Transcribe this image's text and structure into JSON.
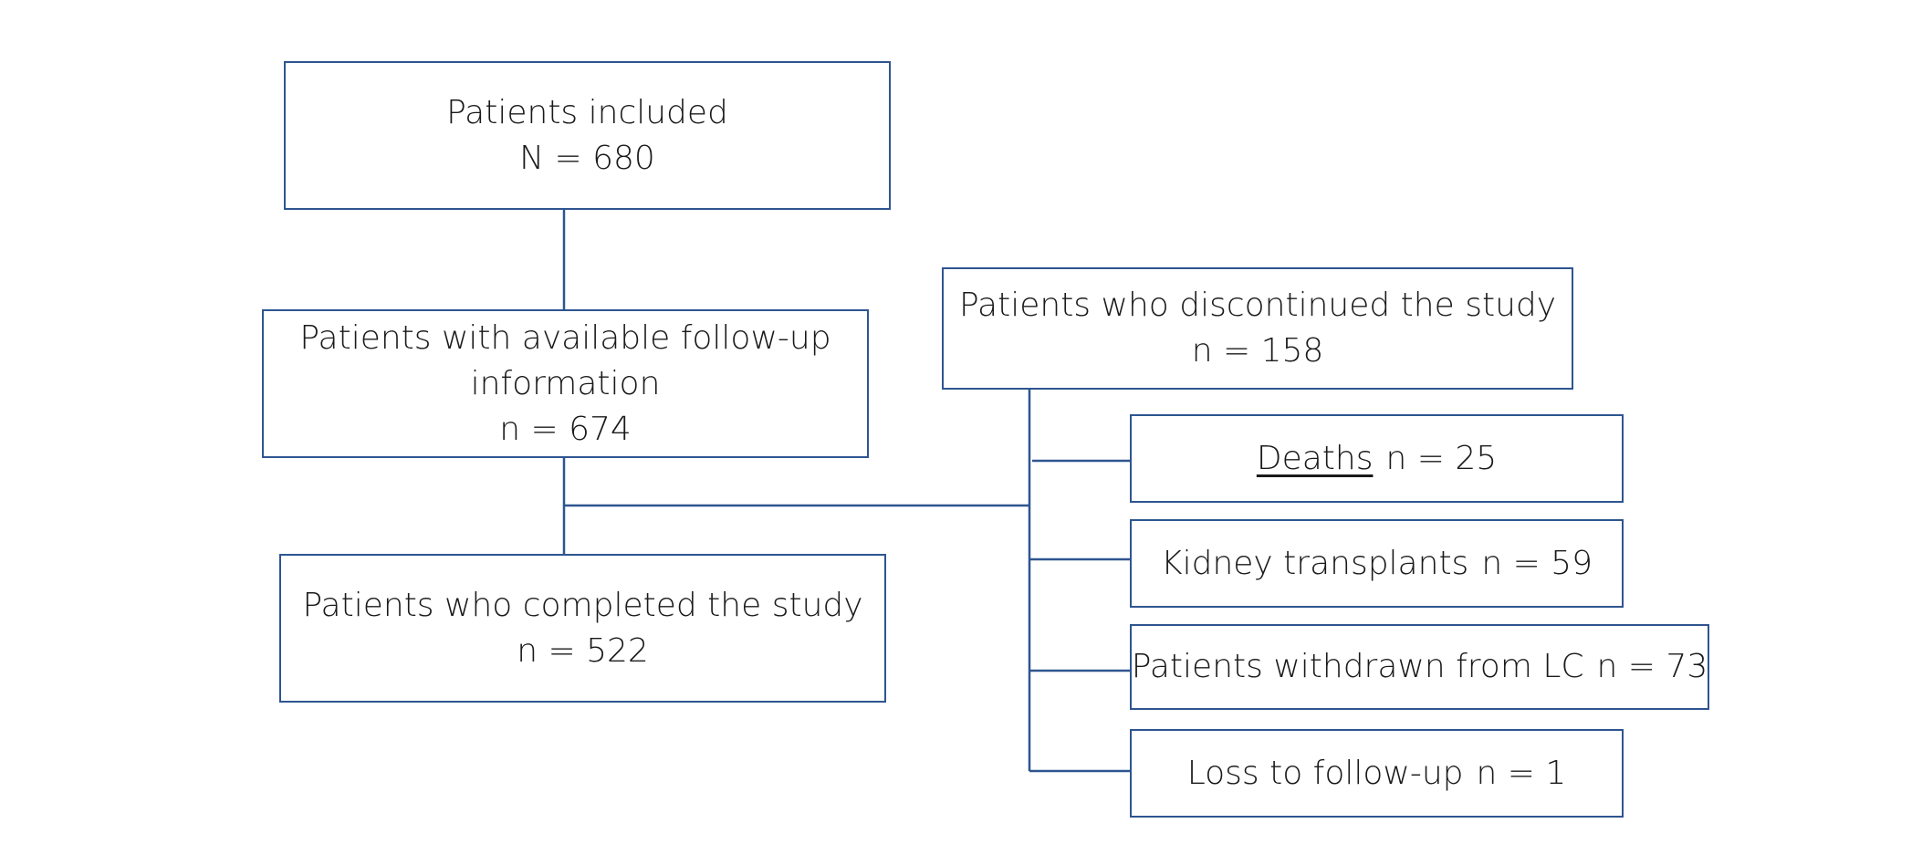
{
  "colors": {
    "box_border": "#2e5590",
    "connector": "#2e5590",
    "text": "#1a1a1a",
    "background": "#ffffff"
  },
  "included": {
    "label": "Patients included",
    "count": "N = 680"
  },
  "followup": {
    "label_line1": "Patients with available follow-up",
    "label_line2": "information",
    "count": "n = 674"
  },
  "completed": {
    "label": "Patients who completed the study",
    "count": "n = 522"
  },
  "discontinued": {
    "label": "Patients who discontinued the study",
    "count": "n = 158"
  },
  "reasons": {
    "deaths": {
      "label": "Deaths",
      "count": "n = 25"
    },
    "transplants": {
      "label": "Kidney transplants",
      "count": "n = 59"
    },
    "withdrawn": {
      "label": "Patients withdrawn from LC",
      "count": "n = 73"
    },
    "lost": {
      "label": "Loss to follow-up",
      "count": "n = 1"
    }
  }
}
